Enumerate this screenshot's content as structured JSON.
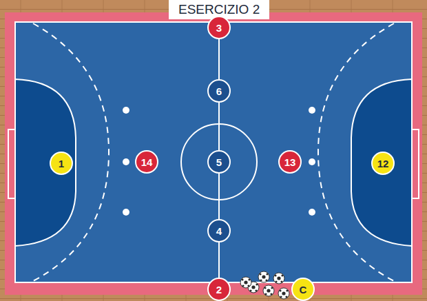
{
  "diagram": {
    "title": "ESERCIZIO 2",
    "nodes": [
      {
        "text": [
          "3"
        ]
      },
      {
        "text": [
          "6"
        ]
      },
      {
        "text": [
          "1"
        ]
      },
      {
        "text": [
          "14"
        ]
      },
      {
        "text": [
          "5"
        ]
      },
      {
        "text": [
          "13"
        ]
      },
      {
        "text": [
          "12"
        ]
      },
      {
        "text": [
          "4"
        ]
      },
      {
        "text": [
          "2"
        ]
      },
      {
        "text": [
          "C"
        ]
      }
    ]
  }
}
